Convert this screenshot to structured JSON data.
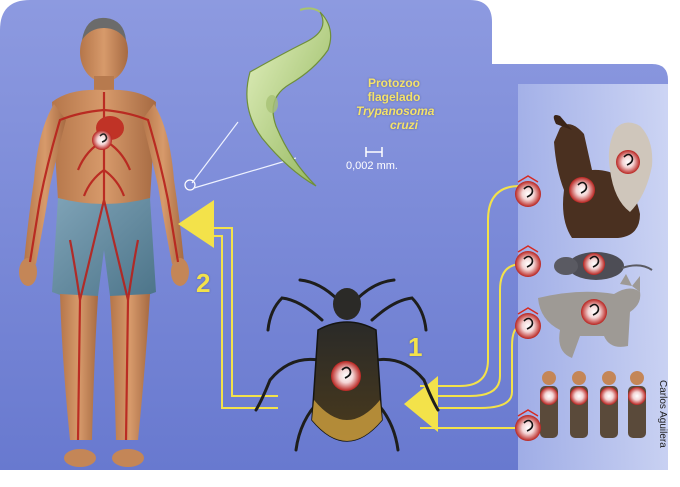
{
  "title": "",
  "labels": {
    "protozoo_line1": "Protozoo",
    "protozoo_line2": "flagelado",
    "species_line1": "Trypanosoma",
    "species_line2": "cruzi",
    "scale": "0,002 mm.",
    "step1": "1",
    "step2": "2",
    "credit": "Carlos Aguilera"
  },
  "colors": {
    "background_blue": "#7d8ed8",
    "panel_light": "#c8d2f2",
    "arrow_yellow": "#f3e24a",
    "blood_red": "#c0201b"
  },
  "icons": [
    "human-figure",
    "trypanosoma-parasite",
    "triatomine-bug",
    "dog",
    "rat",
    "cat",
    "small-mammal",
    "people-group",
    "blood-cell"
  ]
}
